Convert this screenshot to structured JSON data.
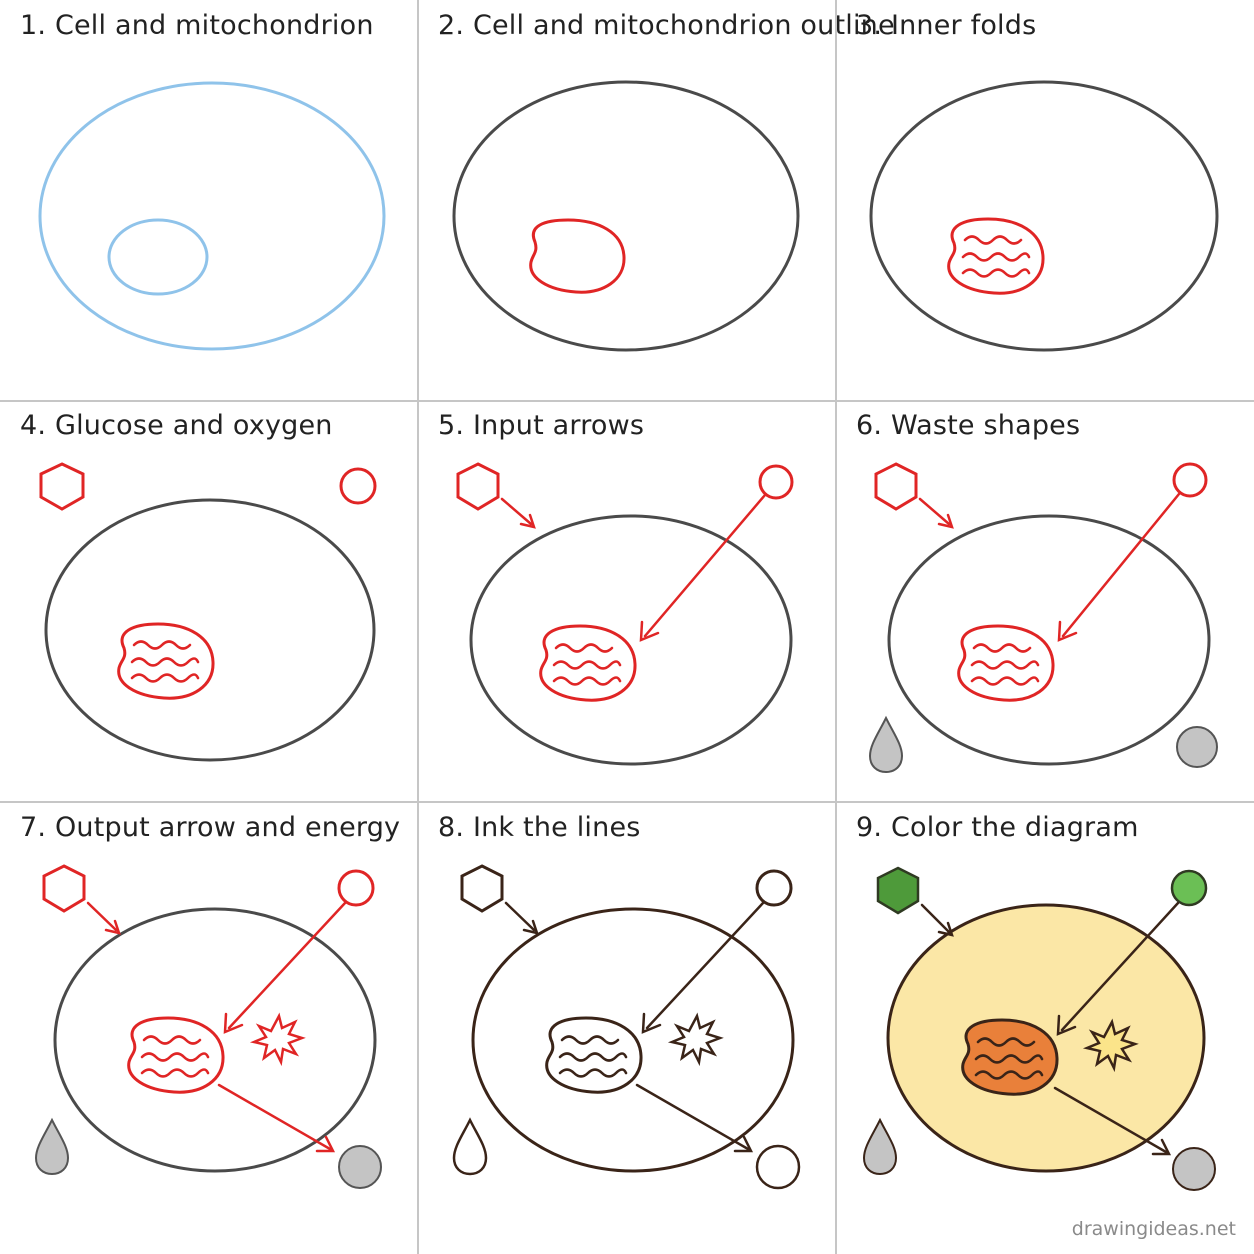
{
  "panels": [
    {
      "title": "1. Cell and mitochondrion"
    },
    {
      "title": "2. Cell and mitochondrion outline"
    },
    {
      "title": "3. Inner folds"
    },
    {
      "title": "4. Glucose and oxygen"
    },
    {
      "title": "5. Input arrows"
    },
    {
      "title": "6. Waste shapes"
    },
    {
      "title": "7. Output arrow and energy"
    },
    {
      "title": "8. Ink the lines"
    },
    {
      "title": "9. Color the diagram"
    }
  ],
  "watermark": "drawingideas.net",
  "colors": {
    "sketch_blue": "#8fc3ea",
    "outline_gray": "#4a4a4a",
    "pencil_red": "#e02525",
    "ink_brown": "#3a2418",
    "cell_fill": "#fbe7a6",
    "mito_fill": "#e9803a",
    "glucose_fill": "#4e9a3a",
    "oxygen_fill": "#6bbf55",
    "waste_gray": "#c4c4c4",
    "divider": "#c6c6c6"
  }
}
